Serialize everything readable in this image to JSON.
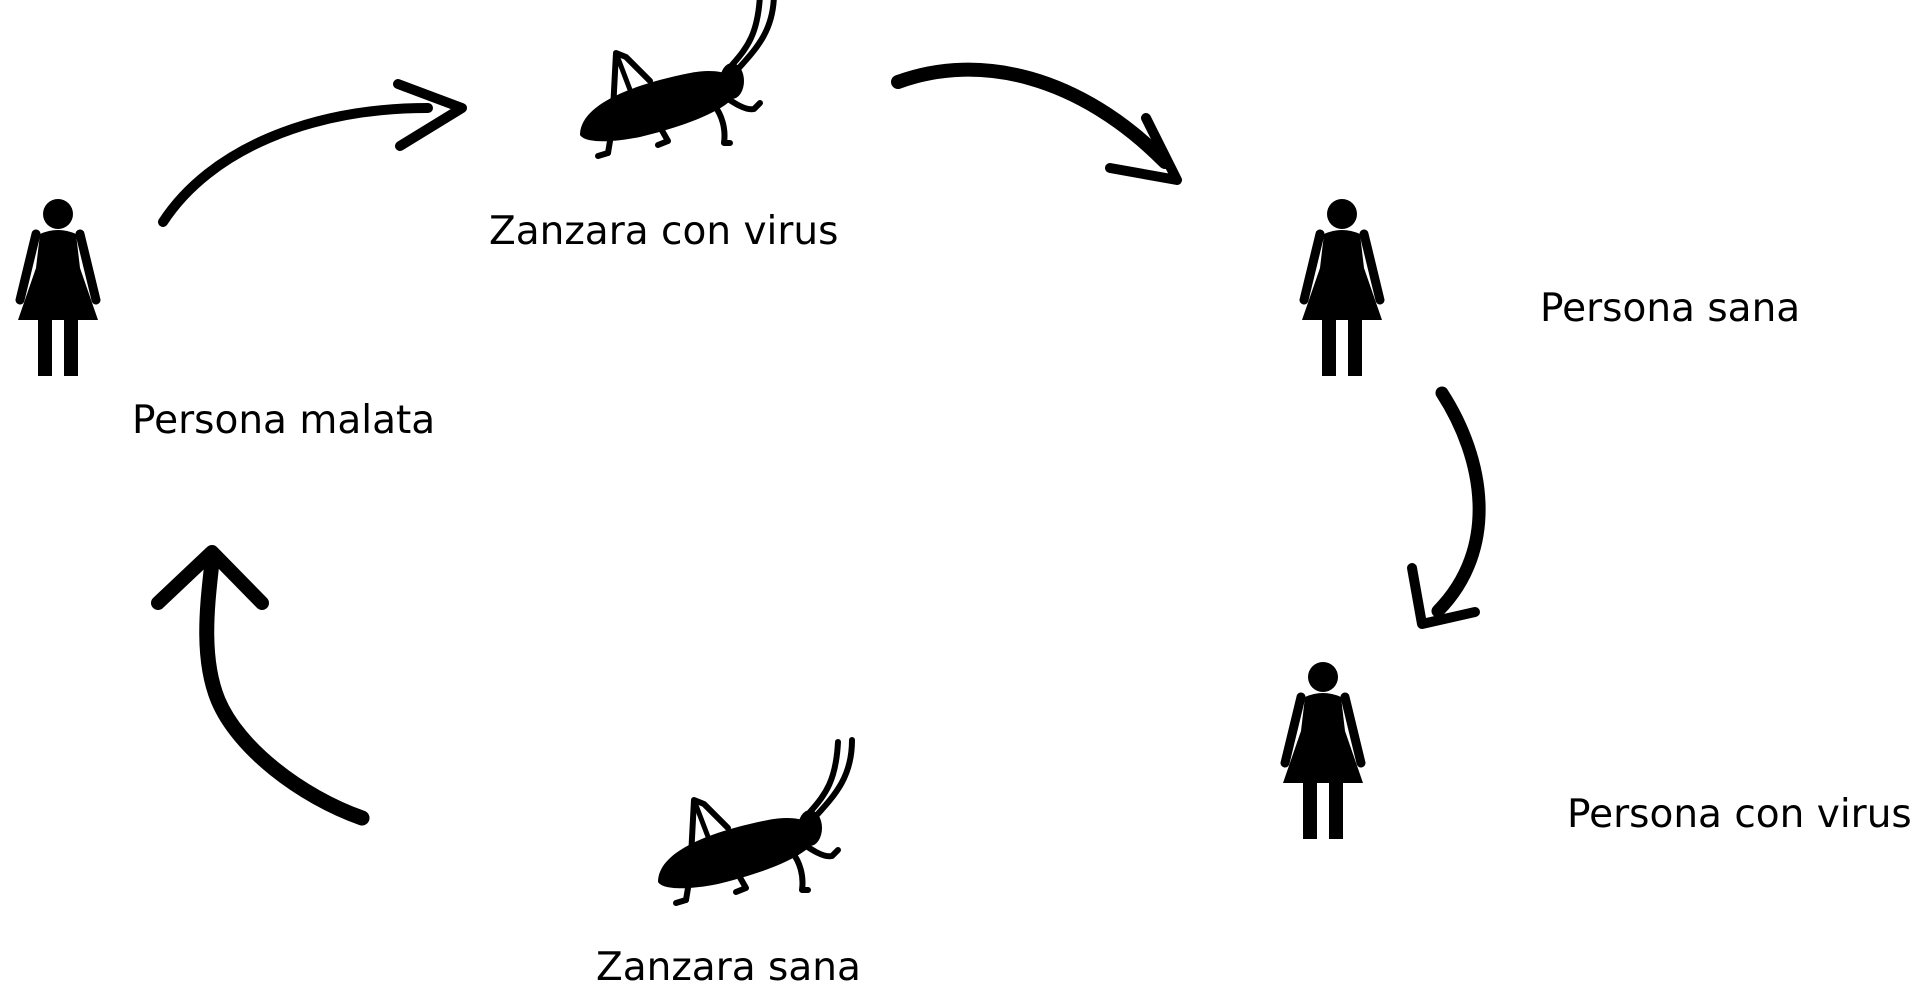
{
  "colors": {
    "ink": "#000000",
    "background": "#ffffff"
  },
  "nodes": {
    "infected_person": {
      "label": "Persona malata",
      "icon": "person-icon"
    },
    "infected_mosquito": {
      "label": "Zanzara con virus",
      "icon": "cricket-icon"
    },
    "healthy_person": {
      "label": "Persona sana",
      "icon": "person-icon"
    },
    "person_with_virus": {
      "label": "Persona con virus",
      "icon": "person-icon"
    },
    "healthy_mosquito": {
      "label": "Zanzara sana",
      "icon": "cricket-icon"
    }
  },
  "edges": [
    {
      "from": "infected_person",
      "to": "infected_mosquito"
    },
    {
      "from": "infected_mosquito",
      "to": "healthy_person"
    },
    {
      "from": "healthy_person",
      "to": "person_with_virus"
    },
    {
      "from": "healthy_mosquito",
      "to": "infected_person"
    }
  ]
}
